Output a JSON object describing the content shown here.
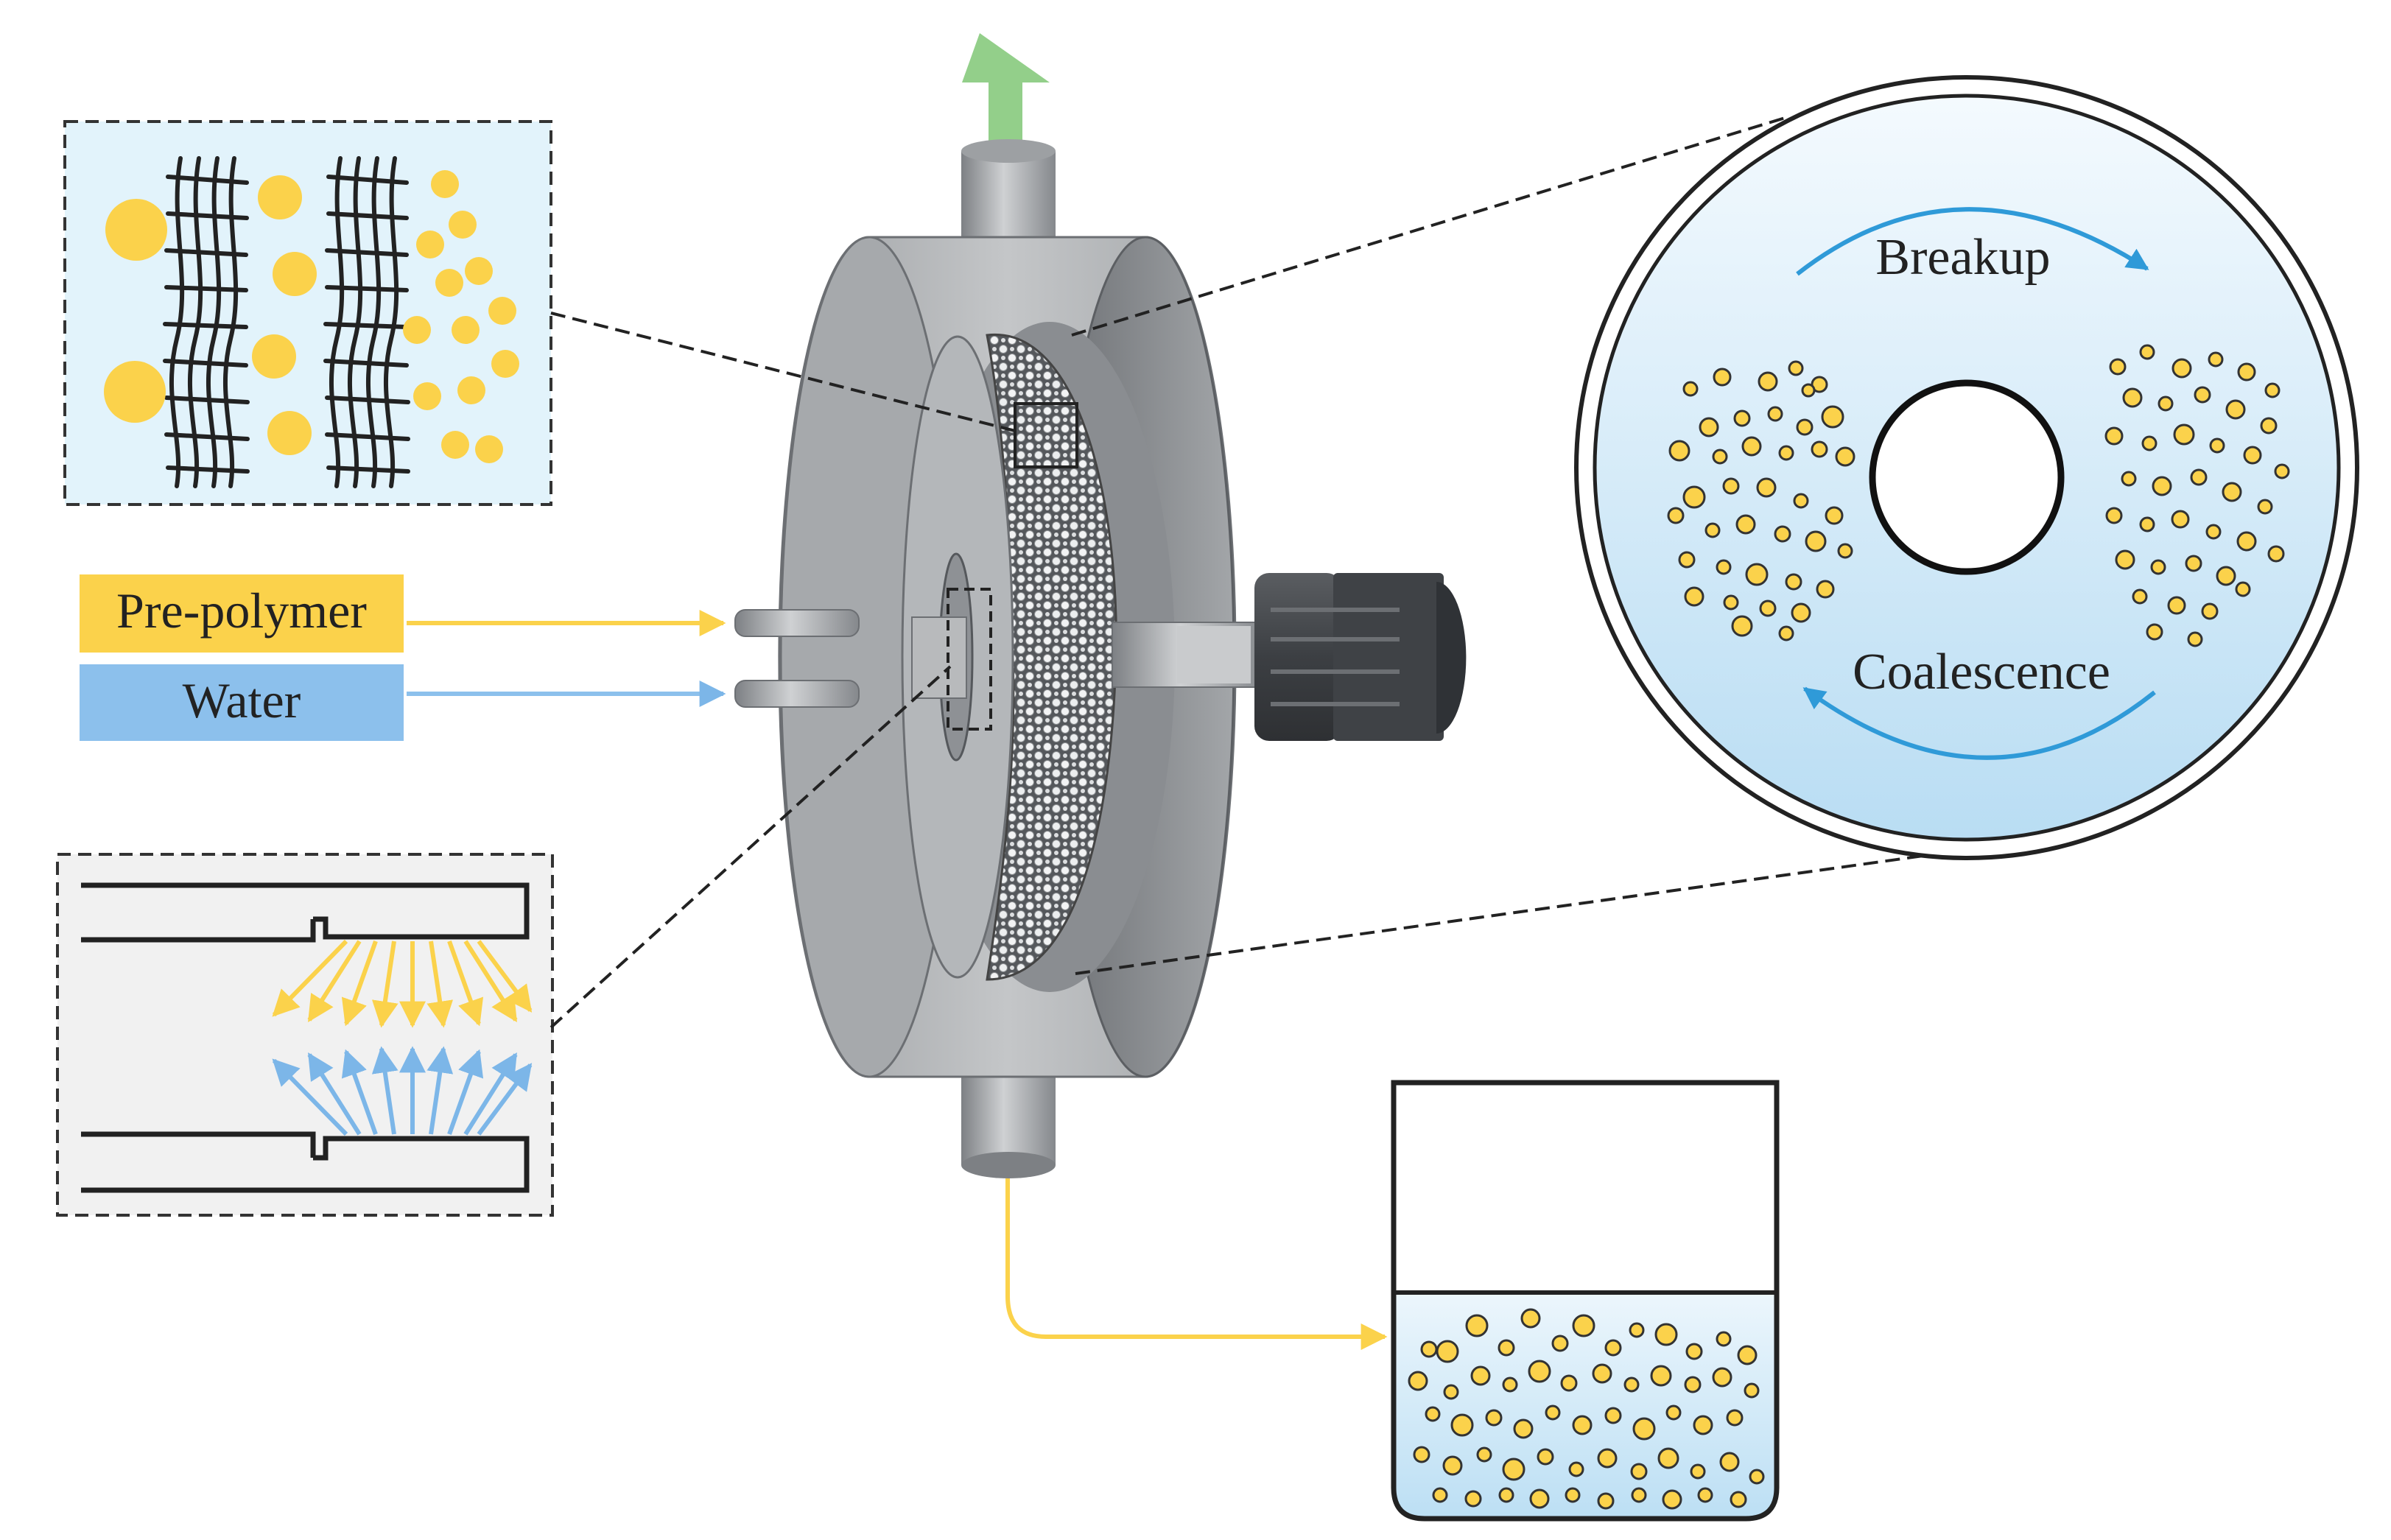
{
  "labels": {
    "pre_polymer": "Pre-polymer",
    "water": "Water",
    "breakup": "Breakup",
    "coalescence": "Coalescence"
  },
  "colors": {
    "pre_polymer": "#fbd24b",
    "water": "#6fb0e6",
    "outlet_arrow": "#93cf8a",
    "droplet": "#fbd24b",
    "liquid": "#e4f3fb",
    "steel": "#a9acaf",
    "dark_steel": "#4b4e52"
  },
  "icons": {
    "outlet": "up-arrow-icon",
    "motor": "motor-icon"
  }
}
